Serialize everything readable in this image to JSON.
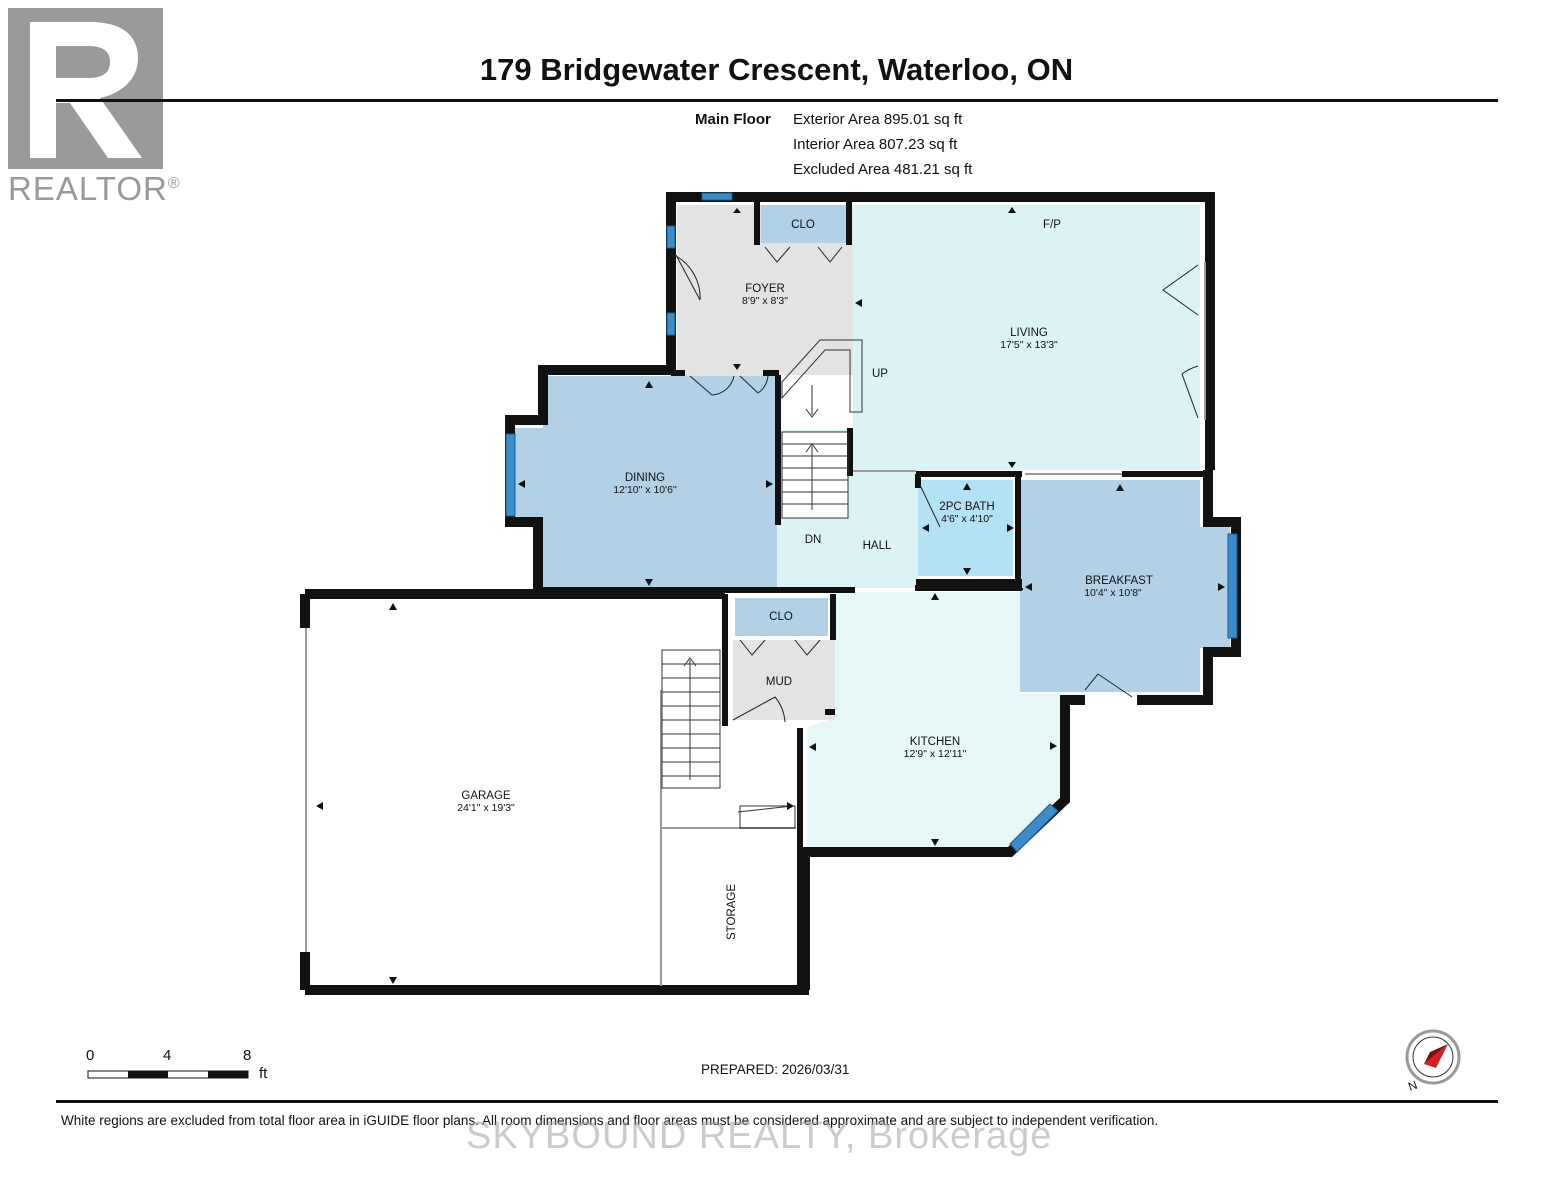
{
  "header": {
    "title": "179 Bridgewater Crescent, Waterloo, ON"
  },
  "floor": {
    "name": "Main Floor",
    "areas": [
      "Exterior Area 895.01 sq ft",
      "Interior Area 807.23 sq ft",
      "Excluded Area 481.21 sq ft"
    ]
  },
  "logo": {
    "brand": "REALTOR",
    "mark": "®"
  },
  "rooms": {
    "foyer": {
      "name": "FOYER",
      "dims": "8'9\" x 8'3\""
    },
    "living": {
      "name": "LIVING",
      "dims": "17'5\" x 13'3\""
    },
    "dining": {
      "name": "DINING",
      "dims": "12'10\" x 10'6\""
    },
    "bath": {
      "name": "2PC BATH",
      "dims": "4'6\" x 4'10\""
    },
    "breakfast": {
      "name": "BREAKFAST",
      "dims": "10'4\" x 10'8\""
    },
    "kitchen": {
      "name": "KITCHEN",
      "dims": "12'9\" x 12'11\""
    },
    "garage": {
      "name": "GARAGE",
      "dims": "24'1\" x 19'3\""
    },
    "clo_top": {
      "name": "CLO"
    },
    "clo_mud": {
      "name": "CLO"
    },
    "mud": {
      "name": "MUD"
    },
    "hall": {
      "name": "HALL"
    },
    "storage": {
      "name": "STORAGE"
    },
    "fp": {
      "name": "F/P"
    },
    "up": {
      "name": "UP"
    },
    "dn": {
      "name": "DN"
    }
  },
  "scale": {
    "ticks": [
      "0",
      "4",
      "8"
    ],
    "unit": "ft"
  },
  "prepared": "PREPARED: 2026/03/31",
  "compass": {
    "label": "N"
  },
  "footer": {
    "disclaimer": "White regions are excluded from total floor area in iGUIDE floor plans. All room dimensions and floor areas must be considered approximate and are subject to independent verification.",
    "watermark": "SKYBOUND REALTY, Brokerage"
  },
  "colors": {
    "dining_fill": "#b3d1e6",
    "living_fill": "#dbf3f4",
    "foyer_fill": "#e3e3e3",
    "closet_fill": "#b3d1e6",
    "window": "#3c8cc8",
    "wall": "#111111"
  }
}
